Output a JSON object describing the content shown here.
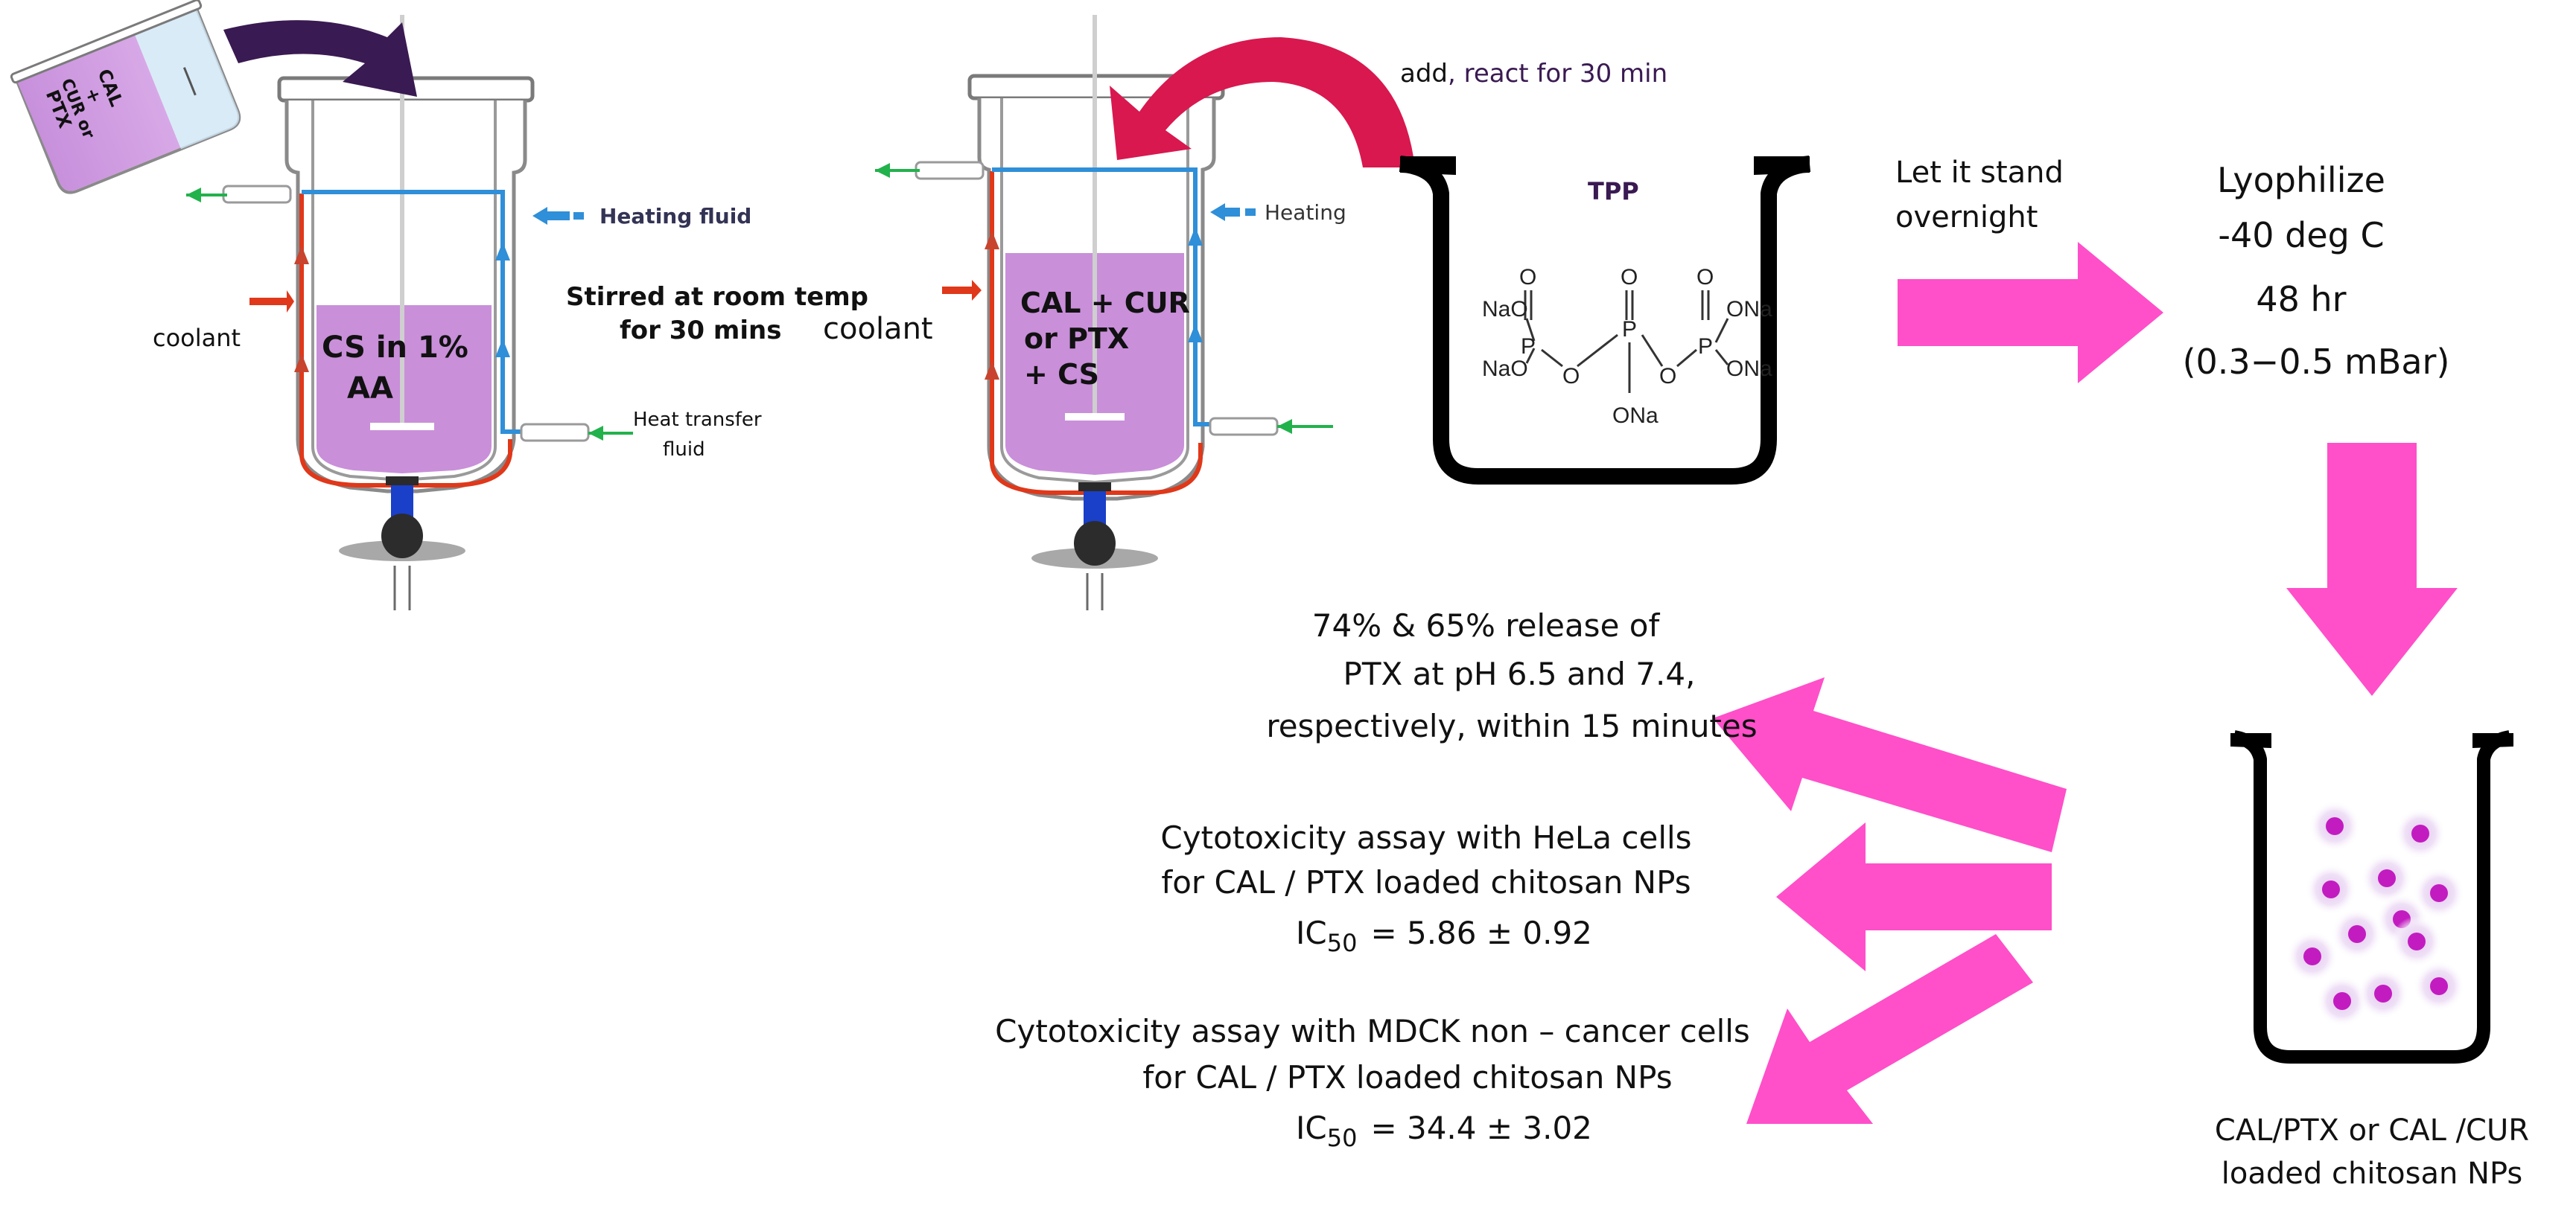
{
  "reactor1": {
    "beaker_label": [
      "CAL",
      "+",
      "CUR or",
      "PTX"
    ],
    "contents": [
      "CS in  1%",
      "AA"
    ],
    "heating_label": "Heating fluid",
    "coolant_label": "coolant",
    "heat_transfer_label": [
      "Heat transfer",
      "fluid"
    ]
  },
  "step1_text": [
    "Stirred at room temp",
    "for 30 mins"
  ],
  "reactor2": {
    "contents": [
      "CAL + CUR",
      "or PTX",
      "+ CS"
    ],
    "heating_label": "Heating",
    "coolant_label": "coolant"
  },
  "add_text": {
    "prefix": "add",
    "rest": ", react for 30 min"
  },
  "tpp": {
    "title": "TPP",
    "o_top": [
      "O",
      "O",
      "O"
    ],
    "na_left": [
      "NaO",
      "NaO"
    ],
    "p_atoms": [
      "P",
      "P",
      "P"
    ],
    "bridge_o": [
      "O",
      "O"
    ],
    "na_right": [
      "ONa",
      "ONa"
    ],
    "na_bottom": "ONa"
  },
  "stand_text": [
    "Let it stand",
    "overnight"
  ],
  "lyophilize_text": [
    "Lyophilize",
    "-40 deg C",
    "48 hr",
    "(0.3−0.5 mBar)"
  ],
  "product_label": [
    "CAL/PTX or CAL /CUR",
    "loaded chitosan NPs"
  ],
  "results": {
    "release": [
      "74% & 65% release of",
      "PTX at pH 6.5 and 7.4,",
      "respectively, within 15 minutes"
    ],
    "hela": {
      "lines": [
        "Cytotoxicity assay with HeLa cells",
        "for CAL / PTX loaded chitosan NPs"
      ],
      "ic_prefix": "IC",
      "ic_sub": "50",
      "ic_value": "= 5.86 ± 0.92"
    },
    "mdck": {
      "lines": [
        "Cytotoxicity assay with MDCK non – cancer cells",
        "for CAL / PTX loaded chitosan NPs"
      ],
      "ic_prefix": "IC",
      "ic_sub": "50",
      "ic_value": "=    34.4 ± 3.02"
    }
  },
  "colors": {
    "arrow_pink": "#ff4fc9",
    "arrow_red": "#d8184e",
    "arrow_dark": "#3a1a52",
    "liquid_purple": "#c88ad8",
    "coolant_red": "#e03a1a",
    "heating_blue": "#2f8fd8",
    "green_arrow": "#22b24c",
    "np_magenta": "#c21cc0"
  }
}
